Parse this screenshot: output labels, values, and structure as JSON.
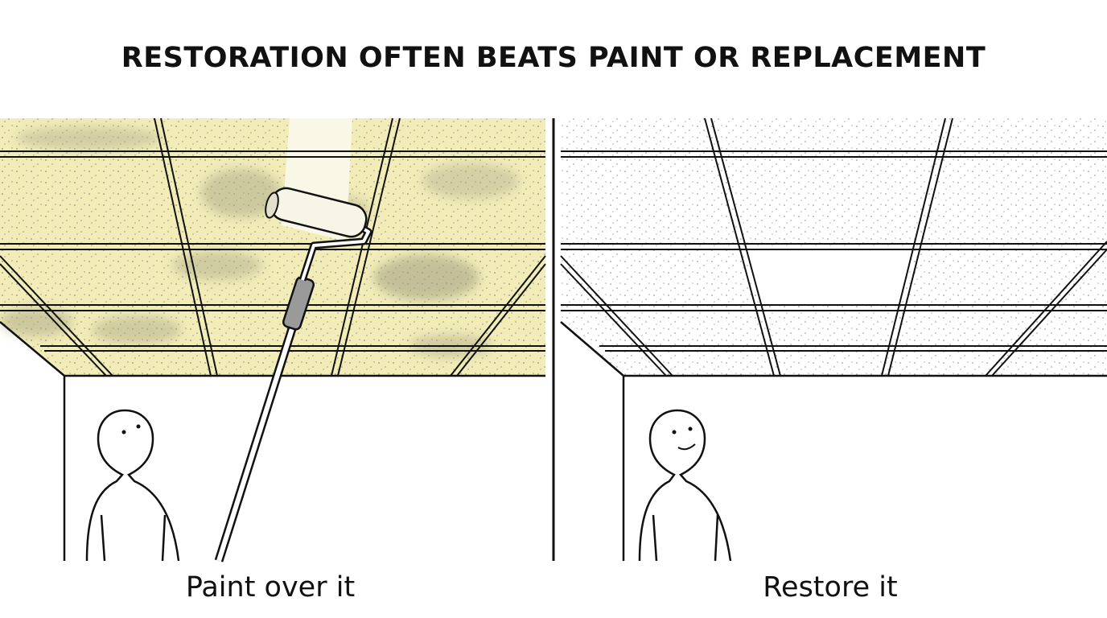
{
  "title": "RESTORATION OFTEN BEATS PAINT OR REPLACEMENT",
  "panels": {
    "left": {
      "caption": "Paint over it",
      "ceiling_color": "#f1ecb8",
      "stain_color": "#9e9a7e",
      "person_expression": "worried",
      "tool": "paint-roller"
    },
    "right": {
      "caption": "Restore it",
      "ceiling_color": "#ffffff",
      "person_expression": "smiling"
    }
  }
}
